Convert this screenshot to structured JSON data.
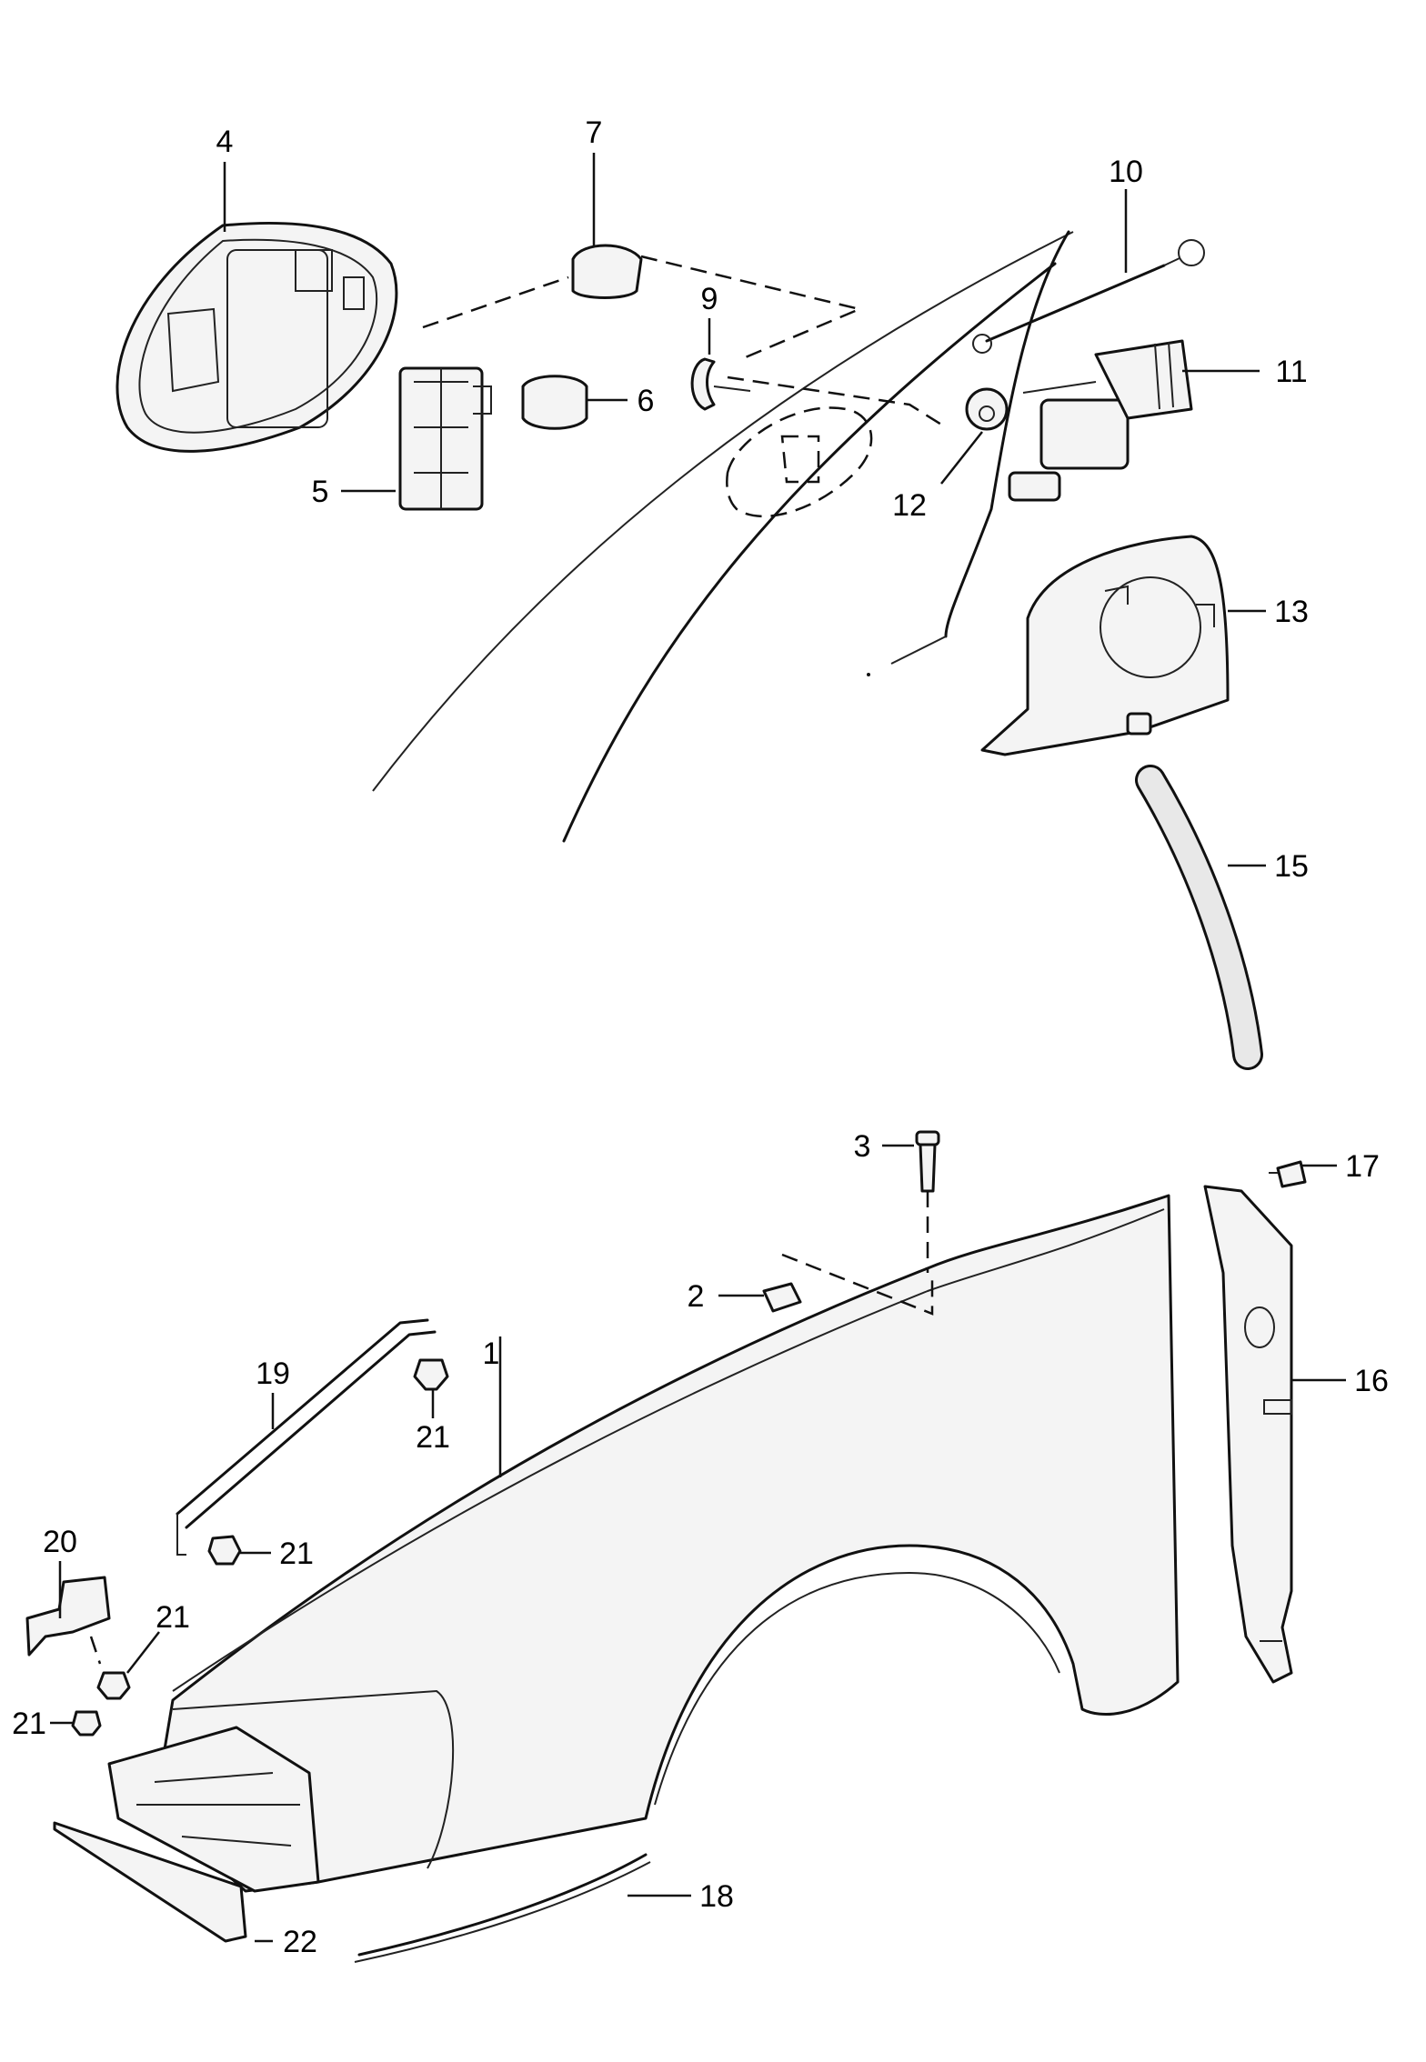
{
  "diagram": {
    "callouts": [
      {
        "id": "c1",
        "label": "1"
      },
      {
        "id": "c2",
        "label": "2"
      },
      {
        "id": "c3",
        "label": "3"
      },
      {
        "id": "c4",
        "label": "4"
      },
      {
        "id": "c5",
        "label": "5"
      },
      {
        "id": "c6",
        "label": "6"
      },
      {
        "id": "c7",
        "label": "7"
      },
      {
        "id": "c9",
        "label": "9"
      },
      {
        "id": "c10",
        "label": "10"
      },
      {
        "id": "c11",
        "label": "11"
      },
      {
        "id": "c12",
        "label": "12"
      },
      {
        "id": "c13",
        "label": "13"
      },
      {
        "id": "c15",
        "label": "15"
      },
      {
        "id": "c16",
        "label": "16"
      },
      {
        "id": "c17",
        "label": "17"
      },
      {
        "id": "c18",
        "label": "18"
      },
      {
        "id": "c19",
        "label": "19"
      },
      {
        "id": "c20",
        "label": "20"
      },
      {
        "id": "c21a",
        "label": "21"
      },
      {
        "id": "c21b",
        "label": "21"
      },
      {
        "id": "c21c",
        "label": "21"
      },
      {
        "id": "c21d",
        "label": "21"
      },
      {
        "id": "c22",
        "label": "22"
      }
    ]
  }
}
